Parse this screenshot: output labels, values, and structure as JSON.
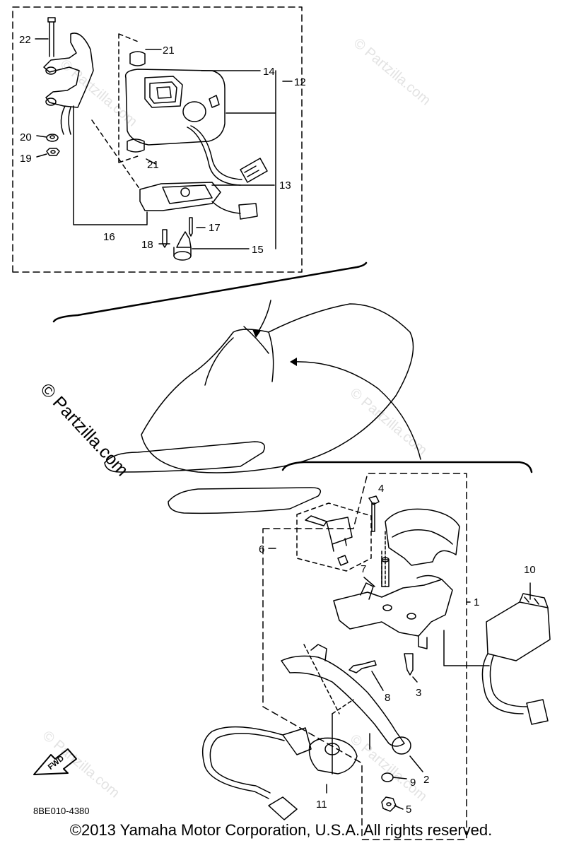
{
  "callouts": {
    "c1": "1",
    "c2": "2",
    "c3": "3",
    "c4": "4",
    "c5": "5",
    "c6": "6",
    "c7": "7",
    "c8": "8",
    "c9": "9",
    "c10": "10",
    "c11": "11",
    "c12": "12",
    "c13": "13",
    "c14": "14",
    "c15": "15",
    "c16": "16",
    "c17": "17",
    "c18": "18",
    "c19": "19",
    "c20": "20",
    "c21a": "21",
    "c21b": "21",
    "c22": "22"
  },
  "fwd_label": "FWD",
  "part_code": "8BE010-4380",
  "copyright": "©2013 Yamaha Motor Corporation, U.S.A. All rights reserved.",
  "watermark": "© Partzilla.com",
  "colors": {
    "line": "#000000",
    "watermark": "#e3e3e3",
    "background": "#ffffff"
  }
}
